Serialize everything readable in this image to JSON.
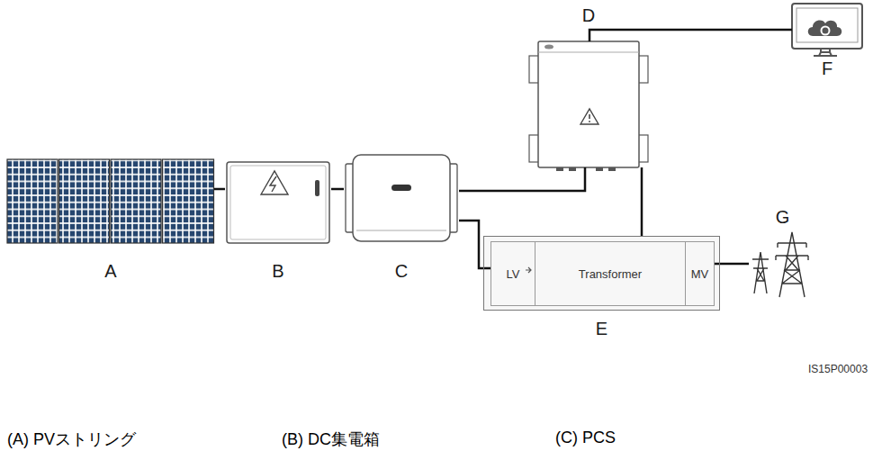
{
  "diagram": {
    "nodes": [
      {
        "text": [
          "A"
        ]
      },
      {
        "text": [
          "B"
        ]
      },
      {
        "text": [
          "C"
        ]
      },
      {
        "text": [
          "D"
        ]
      },
      {
        "text": [
          "F"
        ]
      },
      {
        "text": [
          "E"
        ]
      },
      {
        "text": [
          "LV"
        ],
        "in": 5
      },
      {
        "text": [
          "Transformer"
        ],
        "in": 5
      },
      {
        "text": [
          "MV"
        ],
        "in": 5
      },
      {
        "text": [
          "G"
        ]
      }
    ],
    "edges": [
      {
        "from": 0,
        "to": 1,
        "arrow": "none"
      },
      {
        "from": 1,
        "to": 2,
        "arrow": "none"
      },
      {
        "from": 2,
        "to": 3,
        "arrow": "none"
      },
      {
        "from": 2,
        "to": 6,
        "arrow": "none"
      },
      {
        "from": 3,
        "to": 5,
        "arrow": "none"
      },
      {
        "from": 3,
        "to": 4,
        "arrow": "none"
      },
      {
        "from": 8,
        "to": 9,
        "arrow": "none"
      }
    ],
    "labels": [
      "(A) PVストリング",
      "(B) DC集電箱",
      "(C) PCS",
      "IS15P00003"
    ]
  }
}
